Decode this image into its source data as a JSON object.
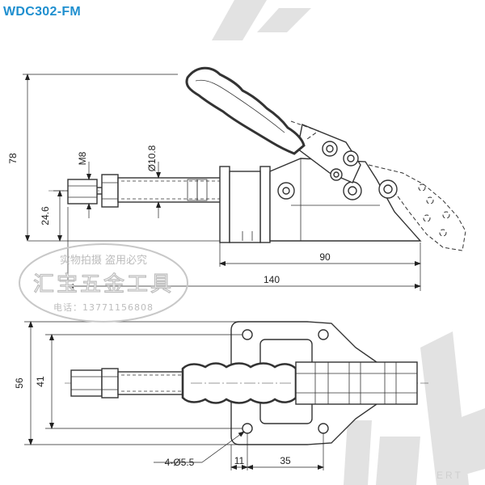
{
  "title": "WDC302-FM",
  "side_view": {
    "dims": {
      "height_total": "78",
      "height_base": "24.6",
      "thread": "M8",
      "shaft_dia": "Ø10.8",
      "len_90": "90",
      "len_140": "140"
    }
  },
  "top_view": {
    "dims": {
      "width_56": "56",
      "width_41": "41",
      "holes": "4-Ø5.5",
      "x_11": "11",
      "x_35": "35"
    }
  },
  "watermark": {
    "line1": "实物拍摄 盗用必究",
    "line2": "汇宝五金工具",
    "line3": "电话：13771156808",
    "line4": "ERT"
  },
  "colors": {
    "title": "#1f8fcf",
    "line": "#333333",
    "watermark": "#bdbdbd"
  }
}
